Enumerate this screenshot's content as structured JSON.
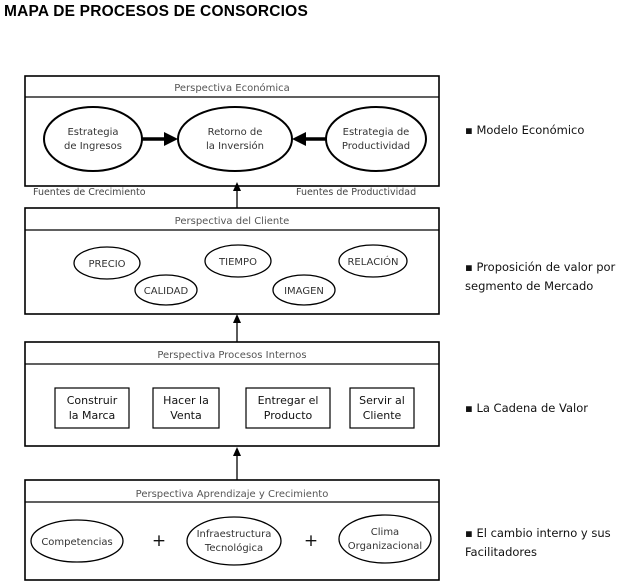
{
  "title": "MAPA DE PROCESOS DE CONSORCIOS",
  "economic": {
    "header": "Perspectiva Económica",
    "left": [
      "Estrategia",
      "de Ingresos"
    ],
    "center": [
      "Retorno de",
      "la Inversión"
    ],
    "right": [
      "Estrategia de",
      "Productividad"
    ],
    "side": "▪ Modelo Económico"
  },
  "growth_label": "Fuentes de Crecimiento",
  "productivity_label": "Fuentes de Productividad",
  "client": {
    "header": "Perspectiva del Cliente",
    "precio": "PRECIO",
    "tiempo": "TIEMPO",
    "relacion": "RELACIÓN",
    "calidad": "CALIDAD",
    "imagen": "IMAGEN",
    "side": [
      "▪ Proposición de valor por",
      "segmento de Mercado"
    ]
  },
  "internal": {
    "header": "Perspectiva Procesos Internos",
    "b1": [
      "Construir",
      "la Marca"
    ],
    "b2": [
      "Hacer la",
      "Venta"
    ],
    "b3": [
      "Entregar el",
      "Producto"
    ],
    "b4": [
      "Servir al",
      "Cliente"
    ],
    "side": "▪ La Cadena de Valor"
  },
  "learning": {
    "header": "Perspectiva Aprendizaje y Crecimiento",
    "competencias": "Competencias",
    "infra": [
      "Infraestructura",
      "Tecnológica"
    ],
    "clima": [
      "Clima",
      "Organizacional"
    ],
    "plus": "+",
    "side": [
      "▪ El cambio interno y sus",
      "Facilitadores"
    ]
  }
}
